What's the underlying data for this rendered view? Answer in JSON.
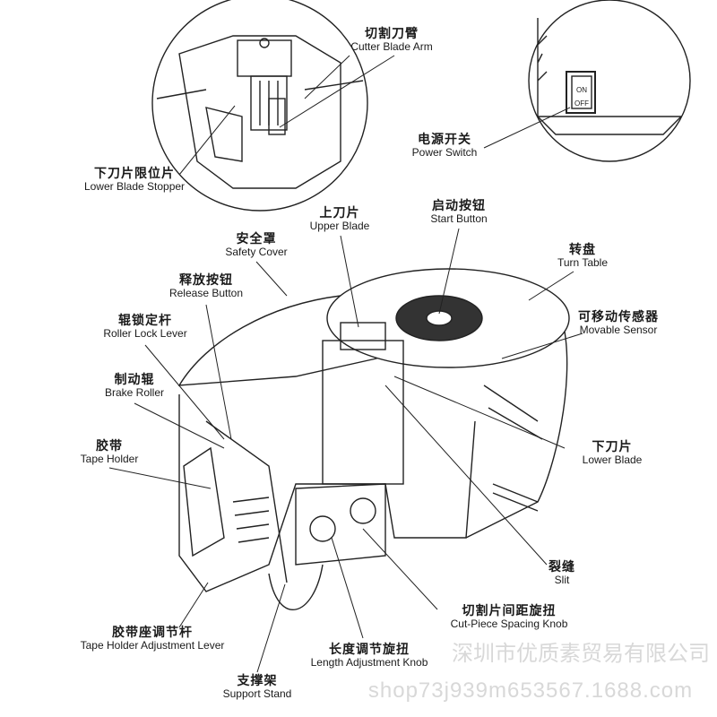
{
  "labels": [
    {
      "id": "cutter-blade-arm",
      "zh": "切割刀臂",
      "en": "Cutter Blade Arm"
    },
    {
      "id": "lower-blade-stopper",
      "zh": "下刀片限位片",
      "en": "Lower Blade Stopper"
    },
    {
      "id": "power-switch",
      "zh": "电源开关",
      "en": "Power Switch"
    },
    {
      "id": "upper-blade",
      "zh": "上刀片",
      "en": "Upper Blade"
    },
    {
      "id": "start-button",
      "zh": "启动按钮",
      "en": "Start Button"
    },
    {
      "id": "safety-cover",
      "zh": "安全罩",
      "en": "Safety Cover"
    },
    {
      "id": "turn-table",
      "zh": "转盘",
      "en": "Turn Table"
    },
    {
      "id": "release-button",
      "zh": "释放按钮",
      "en": "Release Button"
    },
    {
      "id": "movable-sensor",
      "zh": "可移动传感器",
      "en": "Movable Sensor"
    },
    {
      "id": "roller-lock-lever",
      "zh": "辊锁定杆",
      "en": "Roller Lock Lever"
    },
    {
      "id": "brake-roller",
      "zh": "制动辊",
      "en": "Brake Roller"
    },
    {
      "id": "tape-holder",
      "zh": "胶带",
      "en": "Tape Holder"
    },
    {
      "id": "lower-blade",
      "zh": "下刀片",
      "en": "Lower Blade"
    },
    {
      "id": "slit",
      "zh": "裂缝",
      "en": "Slit"
    },
    {
      "id": "cut-piece-spacing-knob",
      "zh": "切割片间距旋扭",
      "en": "Cut-Piece Spacing Knob"
    },
    {
      "id": "tape-holder-adjustment-lever",
      "zh": "胶带座调节杆",
      "en": "Tape Holder Adjustment Lever"
    },
    {
      "id": "length-adjustment-knob",
      "zh": "长度调节旋扭",
      "en": "Length Adjustment Knob"
    },
    {
      "id": "support-stand",
      "zh": "支撑架",
      "en": "Support Stand"
    }
  ],
  "switch": {
    "on": "ON",
    "off": "OFF"
  },
  "watermark": {
    "company": "深圳市优质素贸易有限公司",
    "url": "shop73j939m653567.1688.com"
  }
}
